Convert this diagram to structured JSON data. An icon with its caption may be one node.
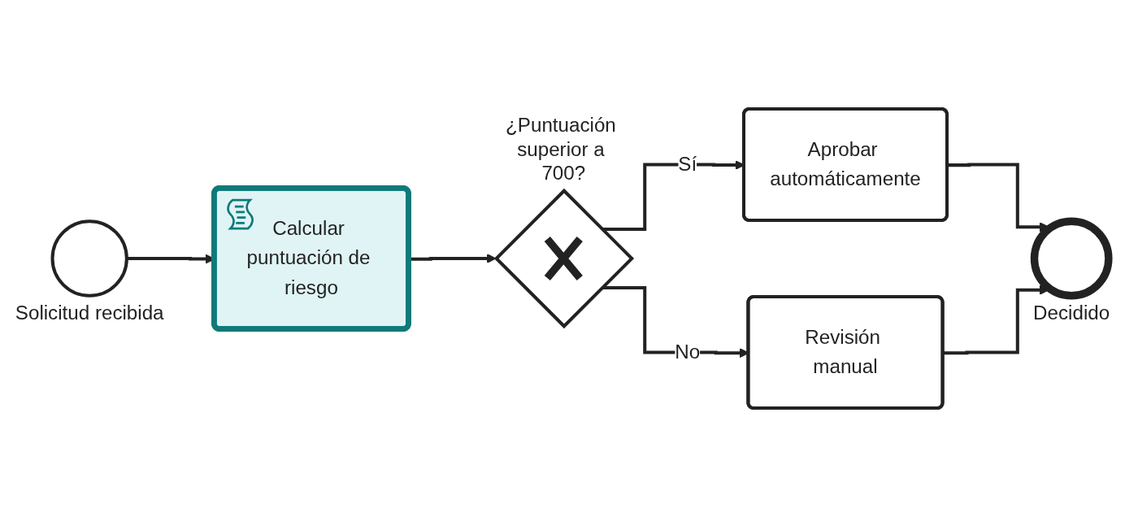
{
  "diagram": {
    "nodes": [
      {
        "text": [],
        "shape": "circle",
        "beside": [
          "Solicitud recibida"
        ]
      },
      {
        "text": [
          "Calcular puntuación de riesgo"
        ]
      },
      {
        "text": [],
        "shape": "diamond",
        "beside": [
          "¿Puntuación superior a 700?"
        ]
      },
      {
        "text": [
          "Aprobar automáticamente"
        ]
      },
      {
        "text": [
          "Revisión manual"
        ]
      },
      {
        "text": [],
        "shape": "circle",
        "beside": [
          "Decidido"
        ]
      }
    ],
    "edges": [
      {
        "from": 0,
        "to": 1,
        "arrow": "to"
      },
      {
        "from": 1,
        "to": 2,
        "arrow": "to"
      },
      {
        "from": 2,
        "to": 3,
        "arrow": "to",
        "label": "Sí"
      },
      {
        "from": 2,
        "to": 4,
        "arrow": "to",
        "label": "No"
      },
      {
        "from": 3,
        "to": 5,
        "arrow": "to"
      },
      {
        "from": 4,
        "to": 5,
        "arrow": "to"
      }
    ]
  }
}
